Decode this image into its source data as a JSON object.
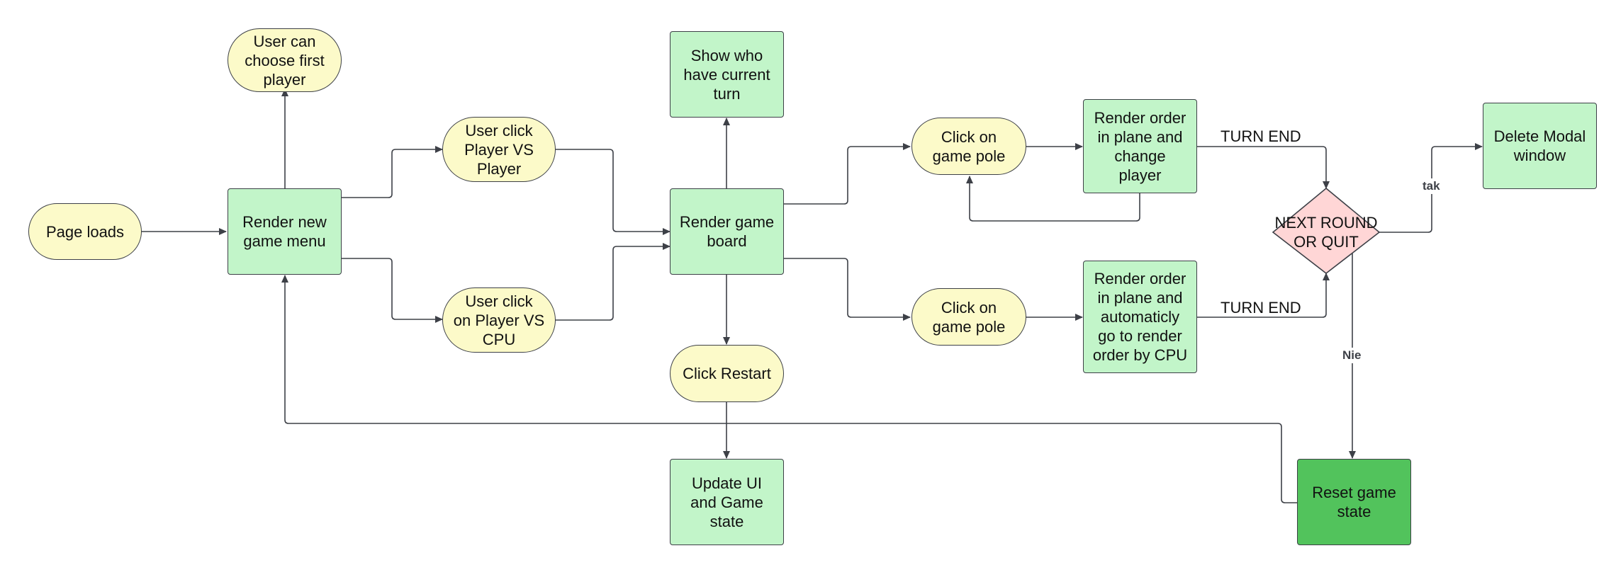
{
  "nodes": {
    "page_loads": "Page loads",
    "render_new_game_menu": "Render new\ngame menu",
    "user_choose_first_player": "User can\nchoose first\nplayer",
    "user_click_pvp": "User click\nPlayer VS\nPlayer",
    "user_click_pvcpu": "User click\non Player VS\nCPU",
    "render_game_board": "Render game\nboard",
    "show_current_turn": "Show who\nhave current\nturn",
    "click_restart": "Click Restart",
    "update_ui_state": "Update UI\nand Game\nstate",
    "click_game_pole_top": "Click on\ngame pole",
    "click_game_pole_bottom": "Click on\ngame pole",
    "render_order_change_player": "Render order\nin plane and\nchange\nplayer",
    "render_order_cpu": "Render order\nin plane and\nautomaticly\ngo to render\norder by CPU",
    "next_round_or_quit": "NEXT ROUND\nOR QUIT",
    "delete_modal_window": "Delete Modal\nwindow",
    "reset_game_state": "Reset game\nstate"
  },
  "edge_labels": {
    "turn_end_top": "TURN END",
    "turn_end_bottom": "TURN END",
    "tak": "tak",
    "nie": "Nie"
  },
  "colors": {
    "terminal_fill": "#fcfac9",
    "process_fill": "#c2f5c9",
    "process_dark_fill": "#52c35c",
    "decision_fill": "#ffd6d6",
    "stroke": "#3d4047"
  }
}
